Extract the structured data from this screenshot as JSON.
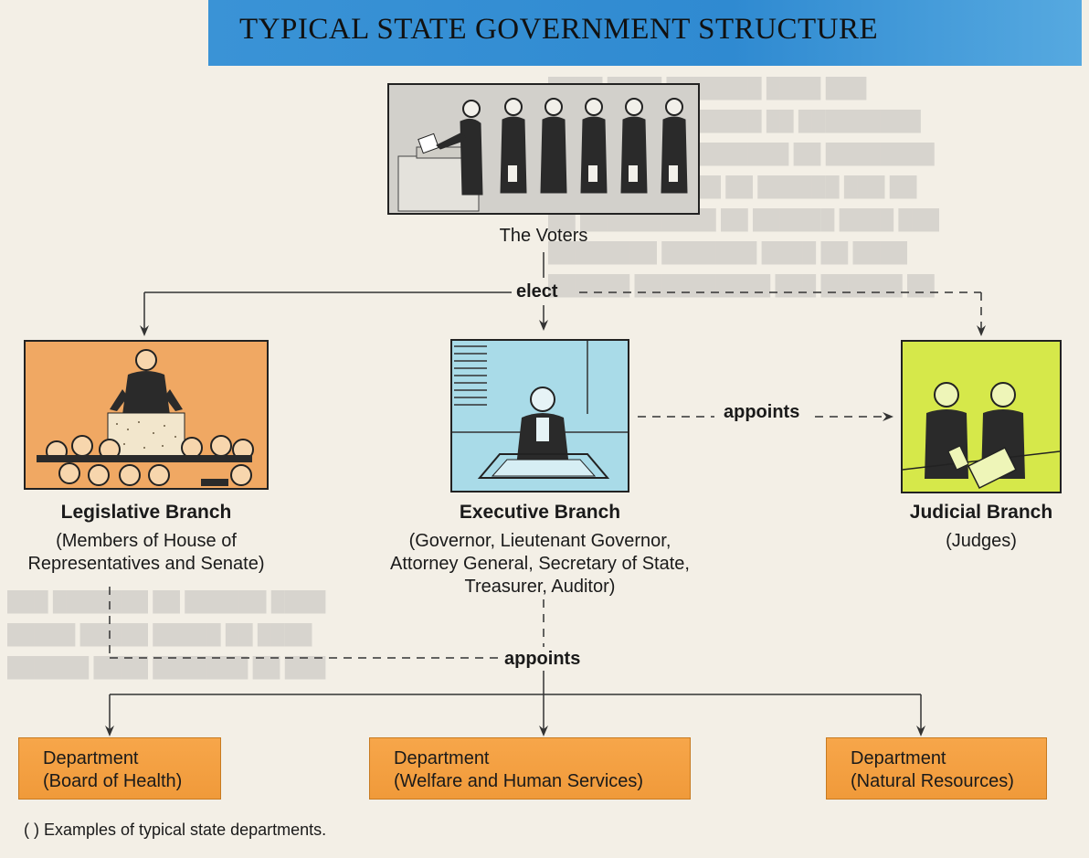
{
  "title": "TYPICAL STATE GOVERNMENT STRUCTURE",
  "voters": {
    "label": "The Voters"
  },
  "links": {
    "elect": "elect",
    "appoints_judicial": "appoints",
    "appoints_departments": "appoints"
  },
  "branches": {
    "legislative": {
      "title": "Legislative Branch",
      "line1": "(Members of House of",
      "line2": "Representatives and Senate)"
    },
    "executive": {
      "title": "Executive Branch",
      "line1": "(Governor, Lieutenant Governor,",
      "line2": "Attorney General, Secretary of State,",
      "line3": "Treasurer, Auditor)"
    },
    "judicial": {
      "title": "Judicial Branch",
      "line1": "(Judges)"
    }
  },
  "departments": [
    {
      "label": "Department",
      "detail": "(Board of Health)"
    },
    {
      "label": "Department",
      "detail": "(Welfare and Human Services)"
    },
    {
      "label": "Department",
      "detail": "(Natural Resources)"
    }
  ],
  "footnote": "(    ) Examples of typical state departments.",
  "colors": {
    "title_bar": "#3a93d6",
    "legislative": "#f0a863",
    "executive": "#a9dbe8",
    "judicial": "#d6e84a",
    "department": "#f4a244"
  }
}
